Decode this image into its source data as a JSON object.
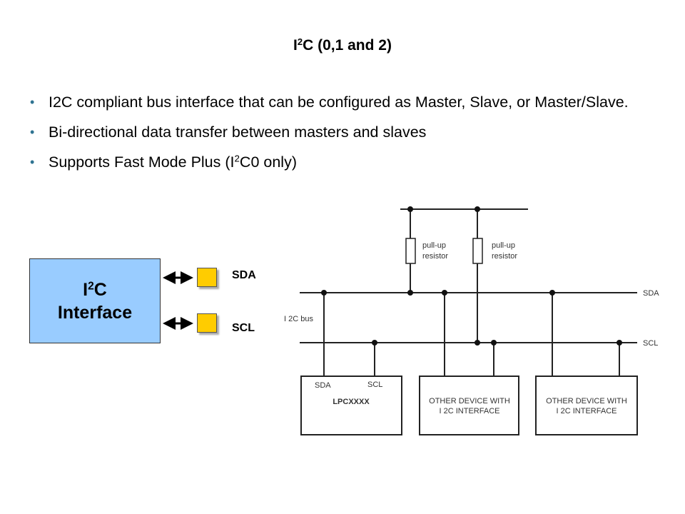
{
  "slide": {
    "title": {
      "prefix": "I",
      "sup": "2",
      "suffix": "C (0,1 and 2)"
    },
    "bullets": [
      {
        "text": "I2C compliant bus interface that can be configured as Master, Slave, or Master/Slave."
      },
      {
        "text": "Bi-directional data transfer between masters and slaves"
      },
      {
        "prefix": "Supports Fast Mode Plus (I",
        "sup": "2",
        "suffix": "C0 only)"
      }
    ],
    "bullet_glyph": "•"
  },
  "block_diagram": {
    "interface_box": {
      "line1_prefix": "I",
      "line1_sup": "2",
      "line1_suffix": "C",
      "line2": "Interface"
    },
    "pins": [
      {
        "label": "SDA"
      },
      {
        "label": "SCL"
      }
    ],
    "colors": {
      "interface_fill": "#99ccff",
      "pad_fill": "#ffcc00"
    }
  },
  "bus_diagram": {
    "bus_label": "I 2C bus",
    "lines": {
      "sda": "SDA",
      "scl": "SCL"
    },
    "resistors": [
      {
        "line1": "pull-up",
        "line2": "resistor"
      },
      {
        "line1": "pull-up",
        "line2": "resistor"
      }
    ],
    "devices": [
      {
        "pin_sda": "SDA",
        "pin_scl": "SCL",
        "name": "LPCXXXX"
      },
      {
        "line1": "OTHER DEVICE WITH",
        "line2": "I 2C INTERFACE"
      },
      {
        "line1": "OTHER DEVICE WITH",
        "line2": "I 2C INTERFACE"
      }
    ]
  }
}
